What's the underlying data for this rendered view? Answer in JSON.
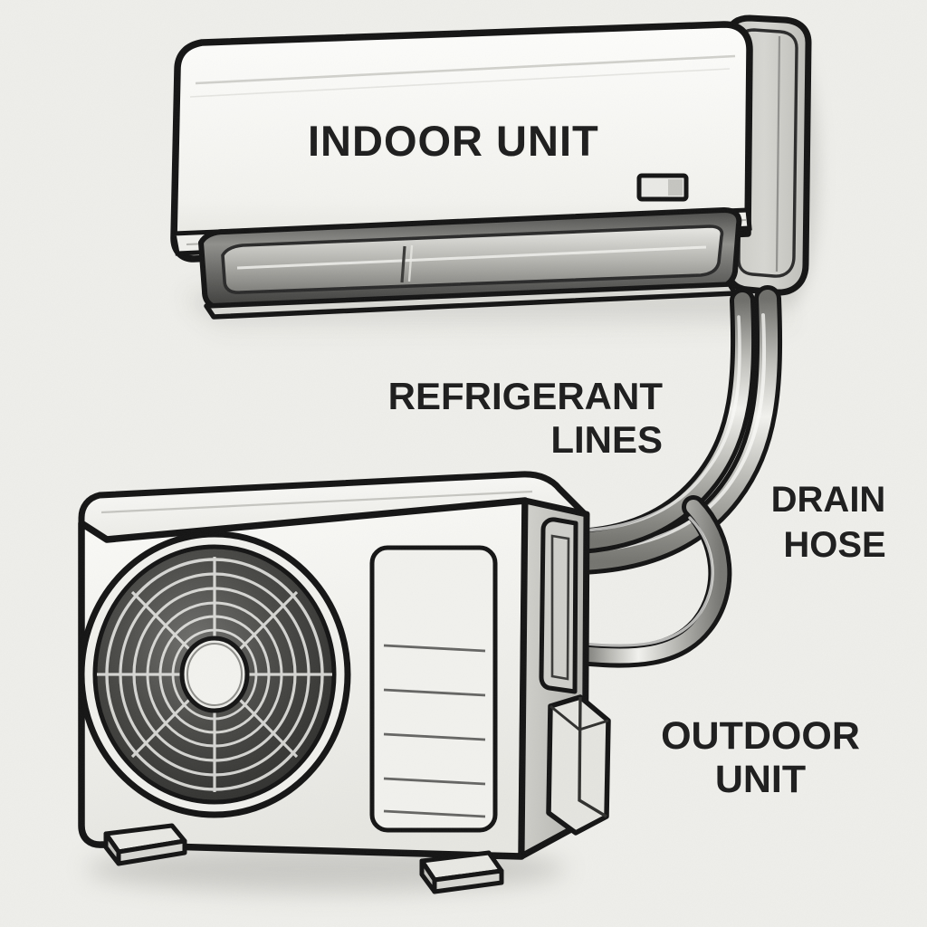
{
  "diagram": {
    "title": "Split Air Conditioner Installation Diagram",
    "style": "black-and-white technical line drawing",
    "background_color": "#eeeeea",
    "ink_color": "#1a1a1a",
    "label_color": "#1d1d1d"
  },
  "labels": {
    "indoor_unit": "INDOOR UNIT",
    "refrigerant_lines_1": "REFRIGERANT",
    "refrigerant_lines_2": "LINES",
    "drain_hose_1": "DRAIN",
    "drain_hose_2": "HOSE",
    "outdoor_unit_1": "OUTDOOR",
    "outdoor_unit_2": "UNIT"
  },
  "components": {
    "indoor_unit": {
      "name": "INDOOR UNIT",
      "description": "wall-mounted split system air handler",
      "parts": [
        "front-panel",
        "display-window",
        "air-outlet-louver",
        "right-end-cap"
      ]
    },
    "outdoor_unit": {
      "name": "OUTDOOR UNIT",
      "description": "condenser with fan grille and vent panel",
      "parts": [
        "fan-grille",
        "vent-panel",
        "side-panel",
        "valve-cover",
        "mounting-feet"
      ],
      "fan_grille_rings": 8,
      "fan_grille_spokes": 8,
      "vent_panel_slats": 5,
      "mounting_feet": 2
    },
    "refrigerant_lines": {
      "name": "REFRIGERANT LINES",
      "description": "twin insulated copper tubes from indoor unit to outdoor unit",
      "count": 2
    },
    "drain_hose": {
      "name": "DRAIN HOSE",
      "description": "condensate hose looping into the outdoor unit lower port",
      "count": 1
    }
  }
}
